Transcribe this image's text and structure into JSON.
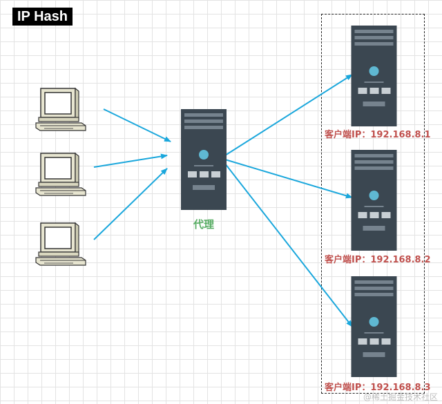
{
  "title": "IP Hash",
  "proxy": {
    "label": "代理"
  },
  "servers": [
    {
      "label": "客户端IP：192.168.8.1"
    },
    {
      "label": "客户端IP：192.168.8.2"
    },
    {
      "label": "客户端IP：192.168.8.3"
    }
  ],
  "watermark": "@稀土掘金技术社区",
  "colors": {
    "arrow": "#1aa7dc",
    "server_body": "#3b4751",
    "server_accent": "#5fb8d2",
    "proxy_label": "#58ad64",
    "ip_label": "#c0504d"
  },
  "icons": [
    "computer-icon",
    "server-icon",
    "arrow-icon"
  ]
}
